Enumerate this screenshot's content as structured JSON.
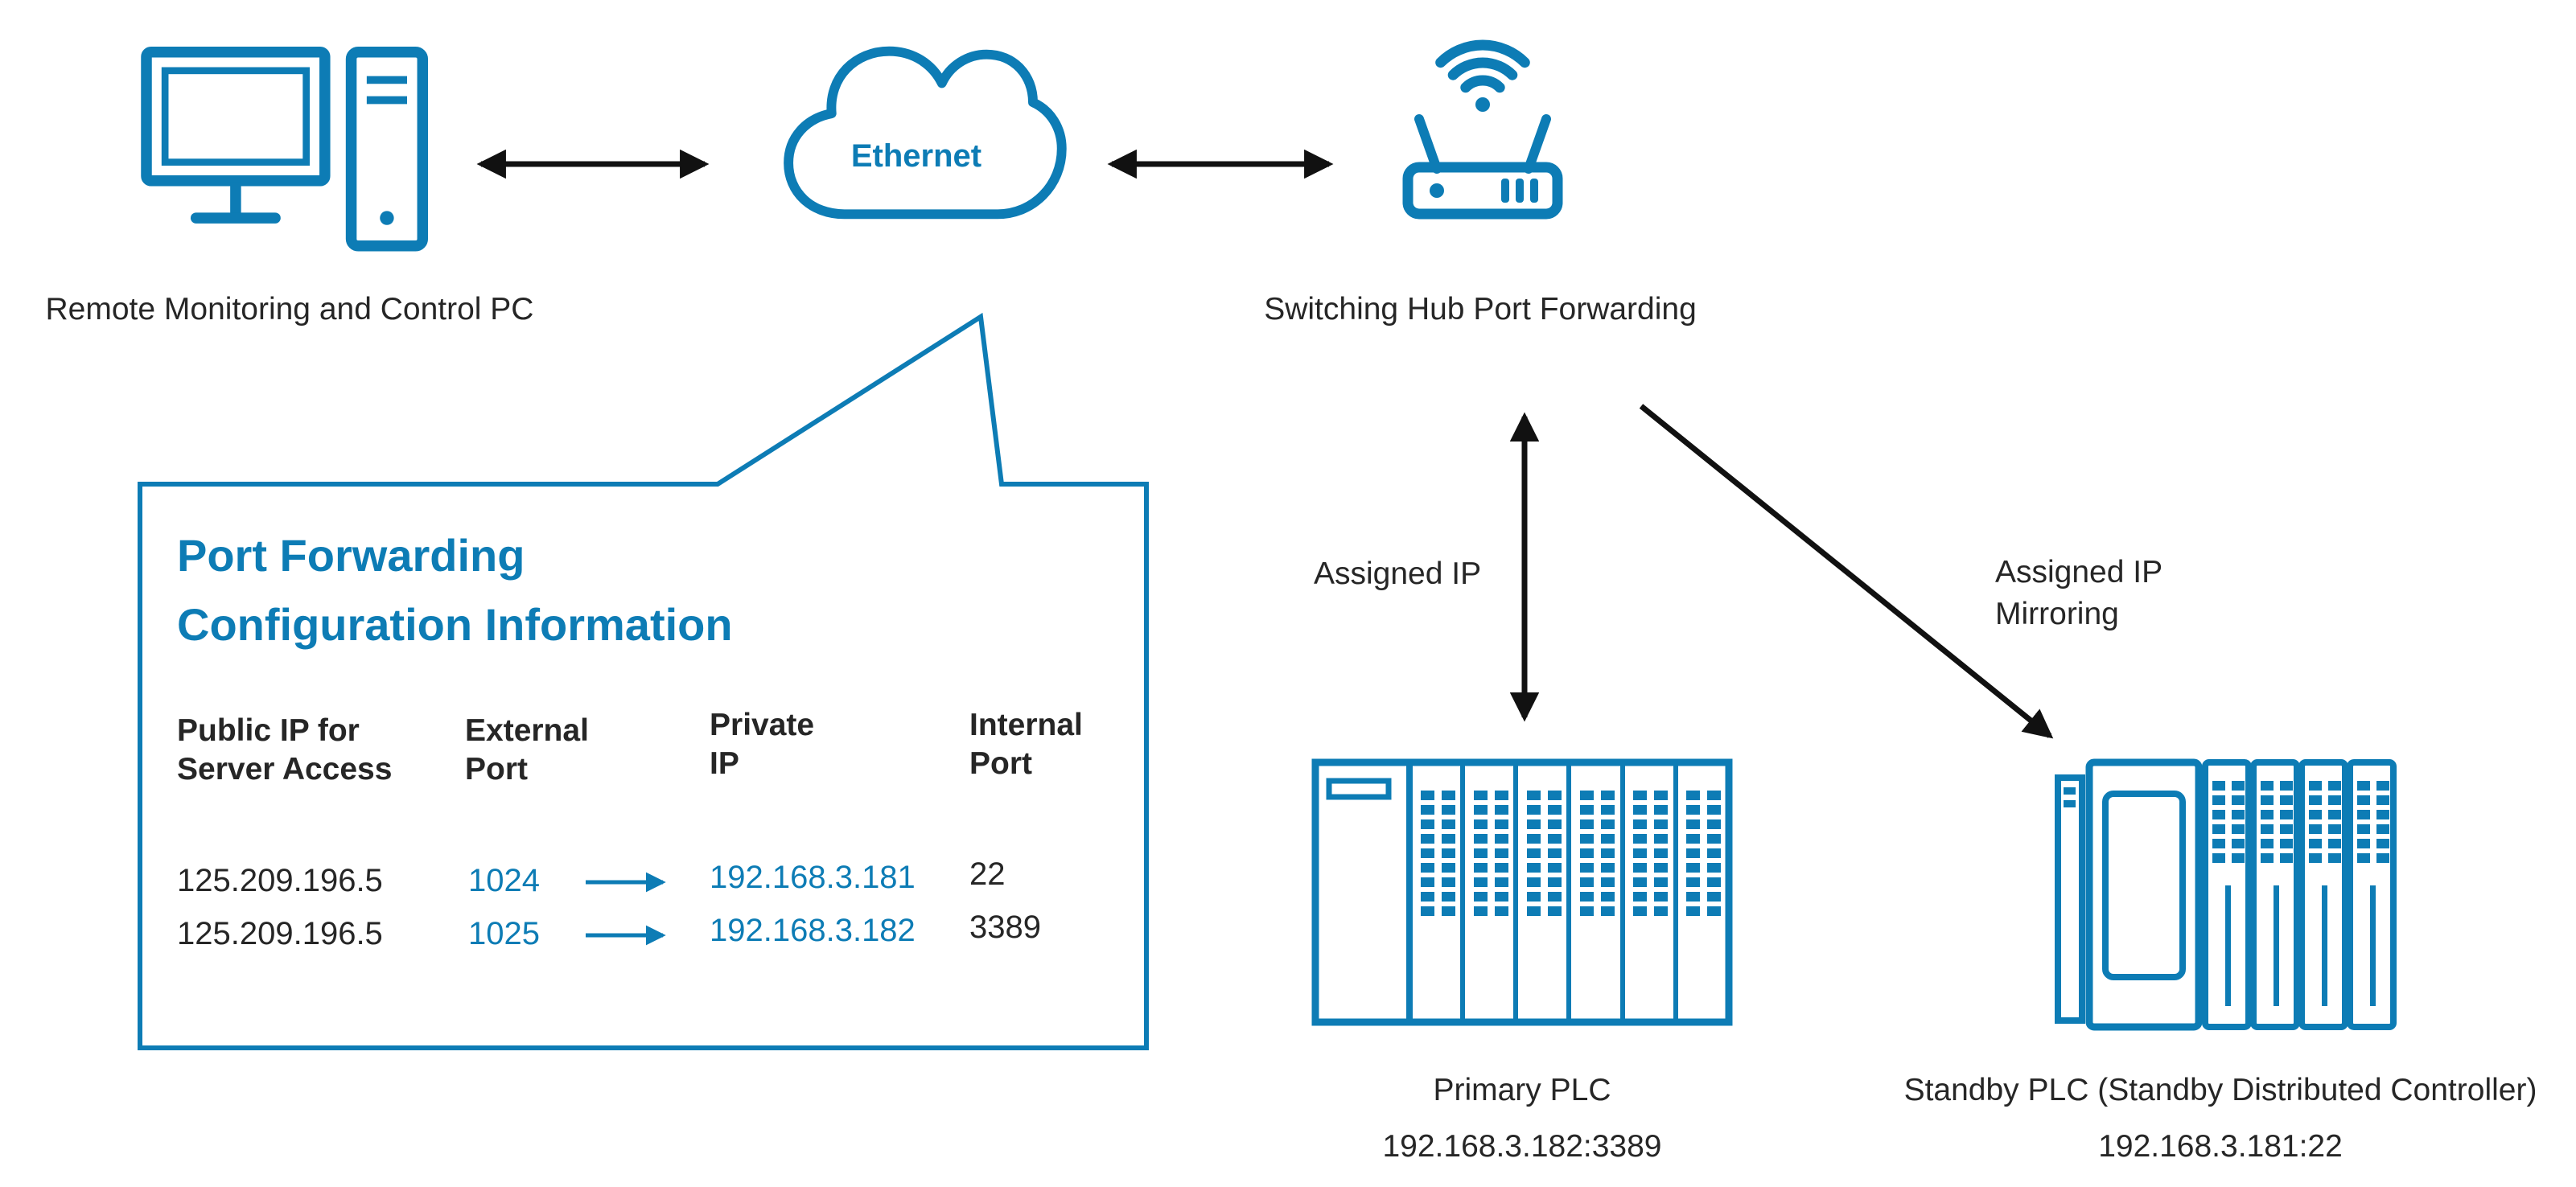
{
  "colors": {
    "accent": "#0d7cb5",
    "ink": "#262626",
    "arrow": "#111111"
  },
  "nodes": {
    "pc": {
      "label": "Remote Monitoring and Control PC"
    },
    "cloud": {
      "label": "Ethernet"
    },
    "hub": {
      "label": "Switching Hub Port Forwarding"
    },
    "primary_plc": {
      "label": "Primary PLC",
      "address": "192.168.3.182:3389"
    },
    "standby_plc": {
      "label": "Standby PLC (Standby Distributed Controller)",
      "address": "192.168.3.181:22"
    }
  },
  "edges": {
    "hub_primary": {
      "label": "Assigned IP"
    },
    "hub_standby": {
      "label_line1": "Assigned IP",
      "label_line2": "Mirroring"
    }
  },
  "callout": {
    "title_line1": "Port Forwarding",
    "title_line2": "Configuration Information",
    "headers": {
      "public_ip_line1": "Public IP for",
      "public_ip_line2": "Server Access",
      "external_line1": "External",
      "external_line2": "Port",
      "private_line1": "Private",
      "private_line2": "IP",
      "internal_line1": "Internal",
      "internal_line2": "Port"
    },
    "rows": [
      {
        "public_ip": "125.209.196.5",
        "external_port": "1024",
        "private_ip": "192.168.3.181",
        "internal_port": "22"
      },
      {
        "public_ip": "125.209.196.5",
        "external_port": "1025",
        "private_ip": "192.168.3.182",
        "internal_port": "3389"
      }
    ]
  }
}
